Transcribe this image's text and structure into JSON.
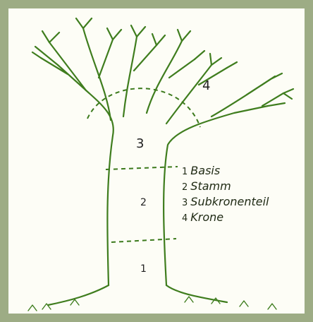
{
  "colors": {
    "frame": "#9dac85",
    "background": "#fdfdf6",
    "outline": "#3f7d1e",
    "dashes": "#3c7a1c",
    "text": "#1f2a14"
  },
  "zones": [
    {
      "id": "4",
      "label": "4"
    },
    {
      "id": "3",
      "label": "3"
    },
    {
      "id": "2",
      "label": "2"
    },
    {
      "id": "1",
      "label": "1"
    }
  ],
  "legend": [
    {
      "num": "1",
      "term": "Basis"
    },
    {
      "num": "2",
      "term": "Stamm"
    },
    {
      "num": "3",
      "term": "Subkronenteil"
    },
    {
      "num": "4",
      "term": "Krone"
    }
  ]
}
